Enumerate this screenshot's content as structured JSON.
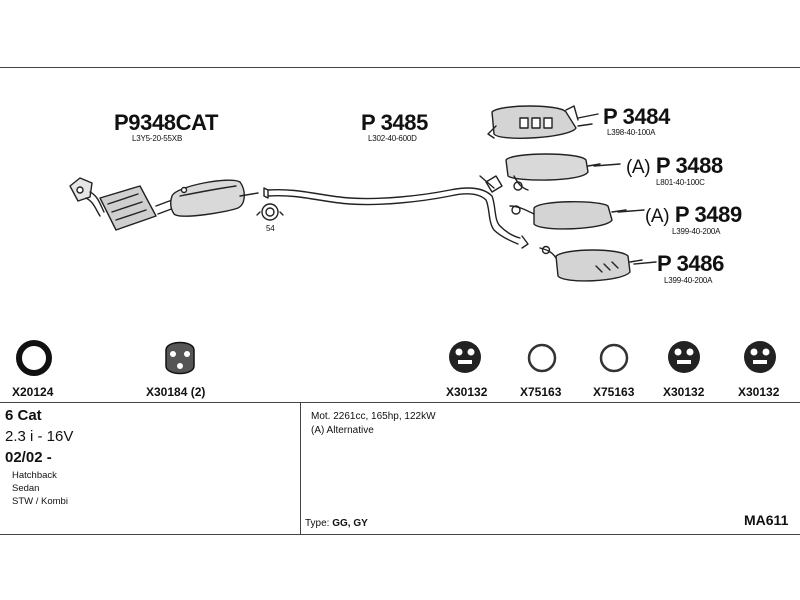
{
  "parts": {
    "front_cat": {
      "number": "P9348CAT",
      "oem": "L3Y5-20-55XB"
    },
    "center_pipe": {
      "number": "P 3485",
      "oem": "L302-40-600D"
    },
    "rear_3484": {
      "number": "P 3484",
      "oem": "L398-40-100A"
    },
    "rear_3488": {
      "prefix": "(A)",
      "number": "P 3488",
      "oem": "L801-40-100C"
    },
    "rear_3489": {
      "prefix": "(A)",
      "number": "P 3489",
      "oem": "L399-40-200A"
    },
    "rear_3486": {
      "number": "P 3486",
      "oem": "L399-40-200A"
    },
    "gasket_label": "54"
  },
  "hardware": [
    {
      "code": "X20124"
    },
    {
      "code": "X30184 (2)"
    },
    {
      "code": "X30132"
    },
    {
      "code": "X75163"
    },
    {
      "code": "X75163"
    },
    {
      "code": "X30132"
    },
    {
      "code": "X30132"
    }
  ],
  "specs": {
    "engine": "6 Cat",
    "displacement": "2.3 i - 16V",
    "date": "02/02 -",
    "bodies": [
      "Hatchback",
      "Sedan",
      "STW / Kombi"
    ]
  },
  "info": {
    "motor": "Mot. 2261cc, 165hp, 122kW",
    "alternative": "(A) Alternative",
    "type_label": "Type:",
    "type_value": "GG, GY",
    "code": "MA611"
  }
}
